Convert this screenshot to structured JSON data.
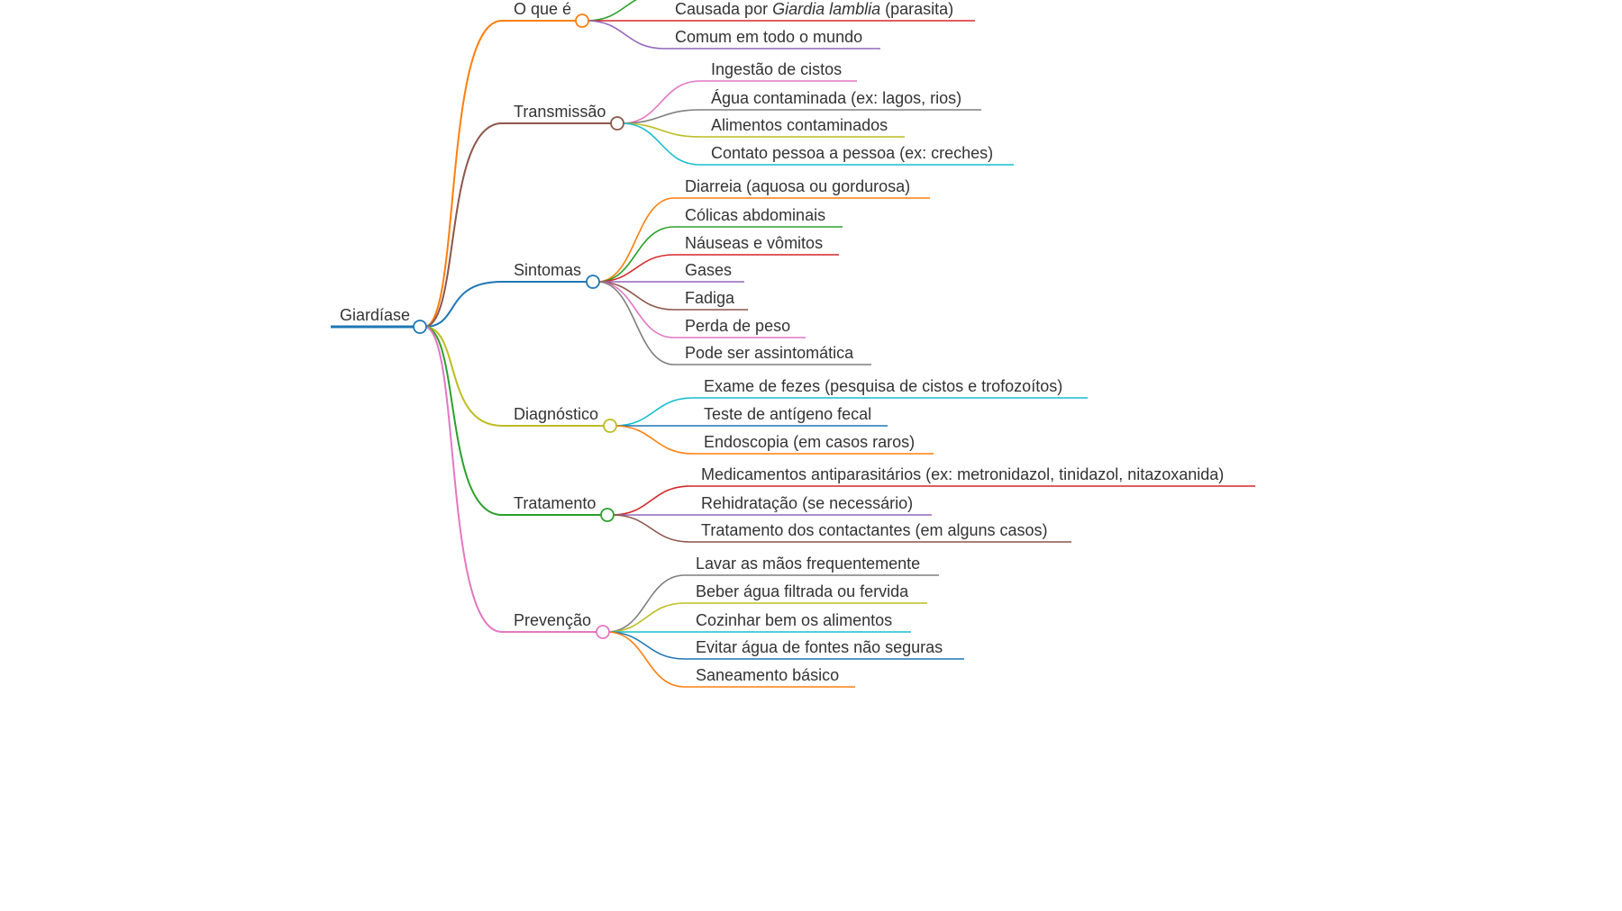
{
  "root": {
    "label": "Giardíase",
    "color": "#1f77b4"
  },
  "branches": [
    {
      "label": "O que é",
      "color": "#ff7f0e",
      "leaves": [
        {
          "parts": [
            "Causada por ",
            "Giardia lamblia",
            " (parasita)"
          ],
          "color": "#d62728"
        },
        {
          "label": "Comum em todo o mundo",
          "color": "#9467bd"
        }
      ],
      "offscreen_leaf_color": "#2ca02c"
    },
    {
      "label": "Transmissão",
      "color": "#8c564b",
      "leaves": [
        {
          "label": "Ingestão de cistos",
          "color": "#e377c2"
        },
        {
          "label": "Água contaminada (ex: lagos, rios)",
          "color": "#7f7f7f"
        },
        {
          "label": "Alimentos contaminados",
          "color": "#bcbd22"
        },
        {
          "label": "Contato pessoa a pessoa (ex: creches)",
          "color": "#17becf"
        }
      ]
    },
    {
      "label": "Sintomas",
      "color": "#1f77b4",
      "leaves": [
        {
          "label": "Diarreia (aquosa ou gordurosa)",
          "color": "#ff7f0e"
        },
        {
          "label": "Cólicas abdominais",
          "color": "#2ca02c"
        },
        {
          "label": "Náuseas e vômitos",
          "color": "#d62728"
        },
        {
          "label": "Gases",
          "color": "#9467bd"
        },
        {
          "label": "Fadiga",
          "color": "#8c564b"
        },
        {
          "label": "Perda de peso",
          "color": "#e377c2"
        },
        {
          "label": "Pode ser assintomática",
          "color": "#7f7f7f"
        }
      ]
    },
    {
      "label": "Diagnóstico",
      "color": "#bcbd22",
      "leaves": [
        {
          "label": "Exame de fezes (pesquisa de cistos e trofozoítos)",
          "color": "#17becf"
        },
        {
          "label": "Teste de antígeno fecal",
          "color": "#1f77b4"
        },
        {
          "label": "Endoscopia (em casos raros)",
          "color": "#ff7f0e"
        }
      ]
    },
    {
      "label": "Tratamento",
      "color": "#2ca02c",
      "leaves": [
        {
          "label": "Medicamentos antiparasitários (ex: metronidazol, tinidazol, nitazoxanida)",
          "color": "#d62728"
        },
        {
          "label": "Rehidratação (se necessário)",
          "color": "#9467bd"
        },
        {
          "label": "Tratamento dos contactantes (em alguns casos)",
          "color": "#8c564b"
        }
      ]
    },
    {
      "label": "Prevenção",
      "color": "#e377c2",
      "leaves": [
        {
          "label": "Lavar as mãos frequentemente",
          "color": "#7f7f7f"
        },
        {
          "label": "Beber água filtrada ou fervida",
          "color": "#bcbd22"
        },
        {
          "label": "Cozinhar bem os alimentos",
          "color": "#17becf"
        },
        {
          "label": "Evitar água de fontes não seguras",
          "color": "#1f77b4"
        },
        {
          "label": "Saneamento básico",
          "color": "#ff7f0e"
        }
      ]
    }
  ]
}
